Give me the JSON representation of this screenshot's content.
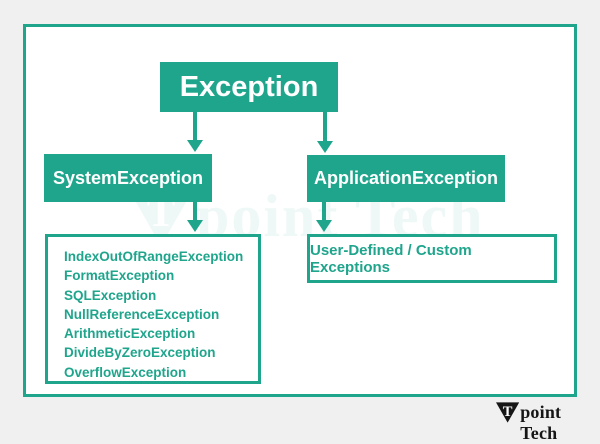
{
  "diagram": {
    "root_label": "Exception",
    "system_label": "SystemException",
    "application_label": "ApplicationException",
    "system_children": [
      "IndexOutOfRangeException",
      "FormatException",
      "SQLException",
      "NullReferenceException",
      "ArithmeticException",
      "DivideByZeroException",
      "OverflowException"
    ],
    "application_child_label": "User-Defined / Custom Exceptions"
  },
  "watermark": {
    "logo_letter": "T",
    "logo_text": "point Tech"
  },
  "footer_brand": {
    "logo_letter": "T",
    "logo_text": "point Tech"
  },
  "colors": {
    "teal": "#1fa58c",
    "page_background": "#f0f0f0",
    "panel_background": "#ffffff",
    "brand_black": "#161616"
  }
}
